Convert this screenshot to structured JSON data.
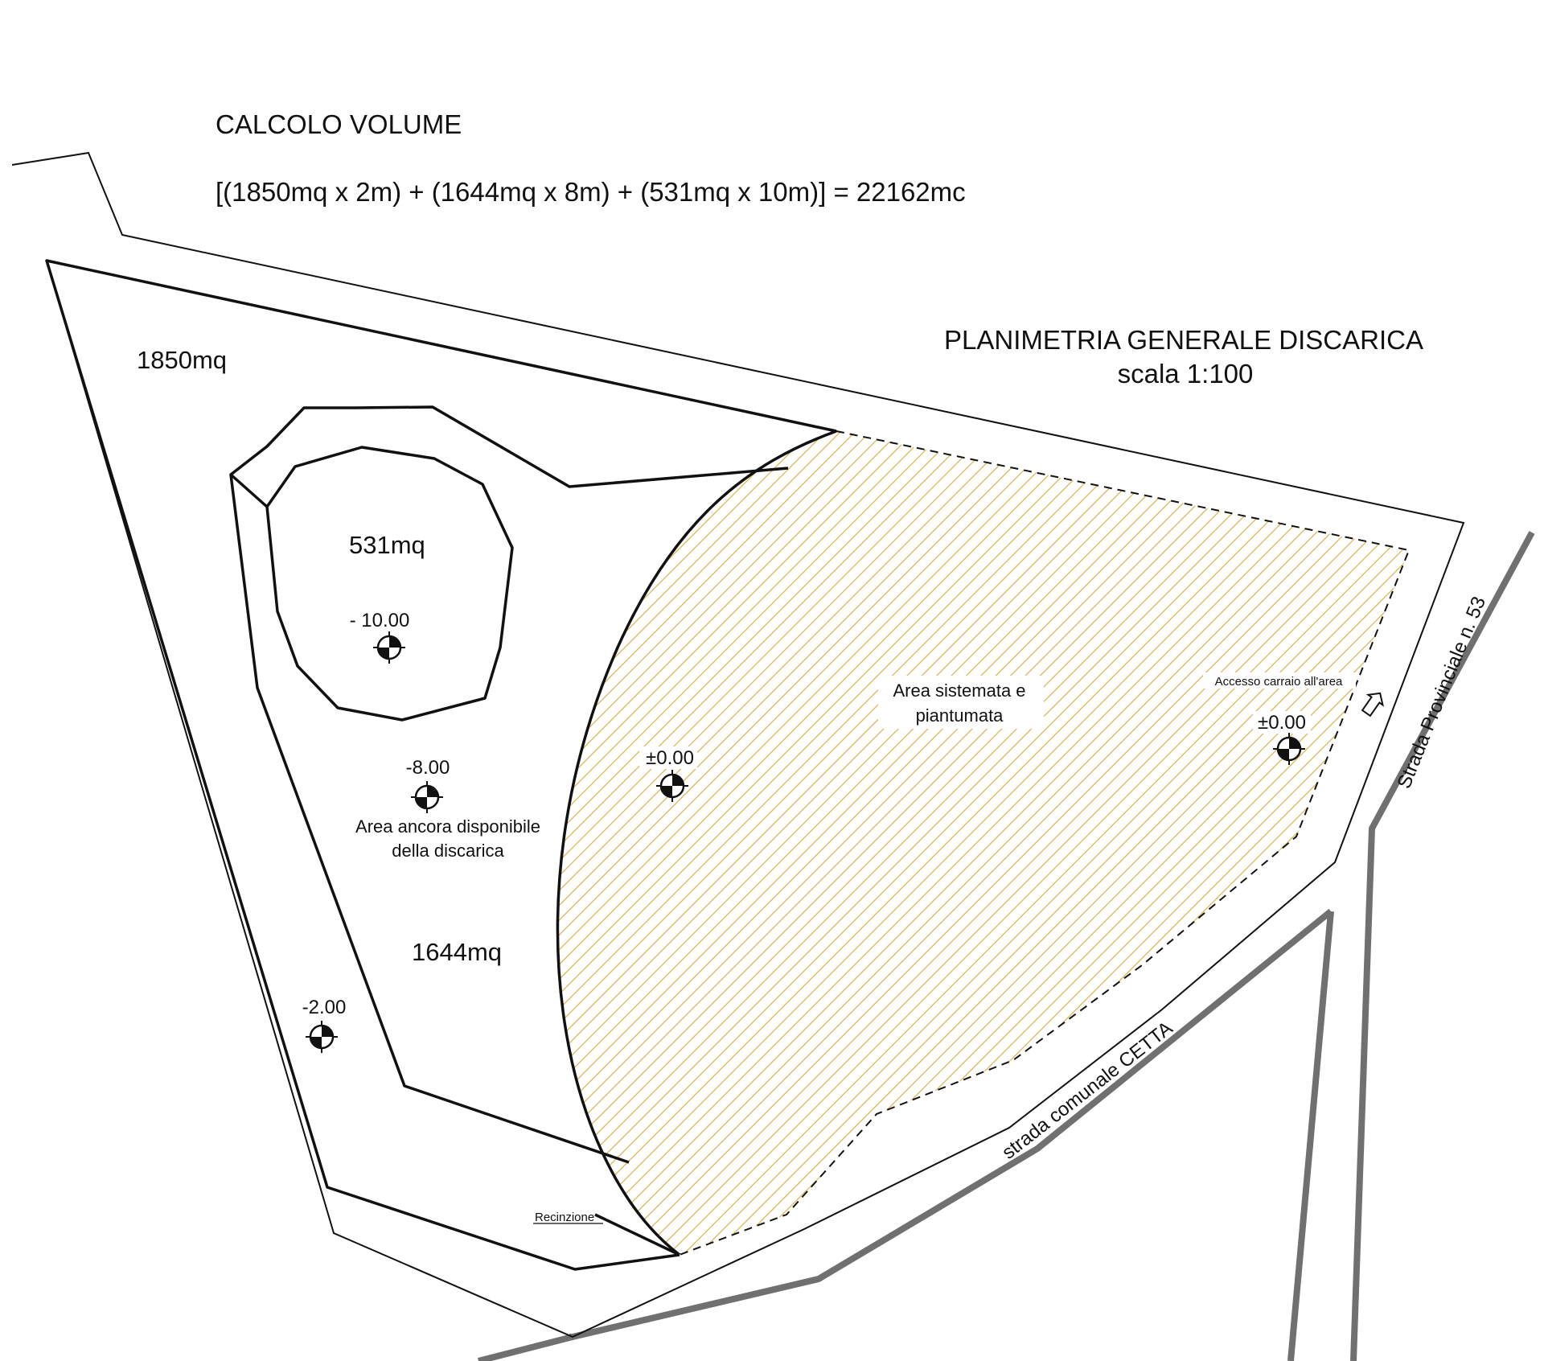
{
  "calc": {
    "title": "CALCOLO VOLUME",
    "formula": "[(1850mq x 2m) + (1644mq x 8m) + (531mq x 10m)] = 22162mc"
  },
  "plan_title": {
    "line1": "PLANIMETRIA GENERALE DISCARICA",
    "line2": "scala 1:100"
  },
  "areas": {
    "outer": "1850mq",
    "middle": "1644mq",
    "inner": "531mq"
  },
  "elevations": {
    "inner": "- 10.00",
    "middle": "-8.00",
    "outer": "-2.00",
    "hatched": "±0.00",
    "access": "±0.00"
  },
  "labels": {
    "available_line1": "Area ancora disponibile",
    "available_line2": "della discarica",
    "landscaped_line1": "Area sistemata e",
    "landscaped_line2": "piantumata",
    "access": "Accesso carraio all'area",
    "fence": "Recinzione"
  },
  "roads": {
    "provincial": "Strada Provinciale n. 53",
    "municipal": "strada comunale CETTA"
  },
  "colors": {
    "line": "#111111",
    "hatch": "#d8b24a",
    "road": "#707070"
  }
}
